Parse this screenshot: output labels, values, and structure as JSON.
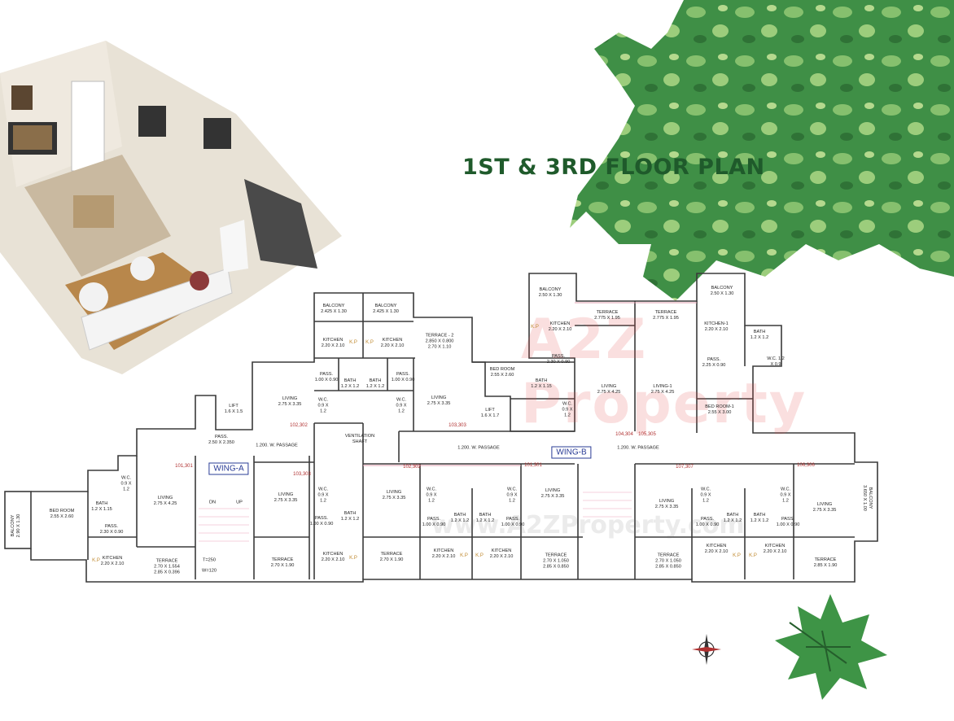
{
  "title": "1ST & 3RD FLOOR PLAN",
  "watermark": {
    "text": "A2Z Property",
    "sub": "www.A2ZProperty.com"
  },
  "wings": [
    "WING-A",
    "WING-B"
  ],
  "unit_numbers": [
    "101,301",
    "102,302",
    "103,303",
    "102,302",
    "101,301",
    "104,304",
    "105,305",
    "107,307",
    "106,306",
    "103,303"
  ],
  "stair": {
    "dn": "DN",
    "up": "UP",
    "t": "T=250",
    "w": "W=120"
  },
  "kp": "K.P",
  "rooms": [
    "BED ROOM\n2.55 X 2.60",
    "BALCONY\n2.90 X 1.30",
    "BATH\n1.2 X 1.15",
    "W.C.\n0.9 X\n1.2",
    "PASS.\n2.30 X 0.90",
    "KITCHEN\n2.20 X 2.10",
    "TERRACE\n2.70 X 1.554\n2.85 X 0.396",
    "LIVING\n2.75 X 4.25",
    "LIFT\n1.6 X 1.5",
    "PASS.\n2.50 X 2.350",
    "LIVING\n2.75 X 3.35",
    "LIVING\n2.75 X 3.35",
    "TERRACE\n2.70 X 1.90",
    "1.200. W. PASSAGE",
    "BALCONY\n2.425 X 1.30",
    "BALCONY\n2.425 X 1.30",
    "KITCHEN\n2.20 X 2.10",
    "KITCHEN\n2.20 X 2.10",
    "PASS.\n1.00 X 0.90",
    "PASS.\n1.00 X 0.90",
    "BATH\n1.2 X 1.2",
    "BATH\n1.2 X 1.2",
    "W.C.\n0.9 X\n1.2",
    "W.C.\n0.9 X\n1.2",
    "VENTILATION\nSHAFT",
    "W.C.\n0.9 X\n1.2",
    "PASS.\n1.00 X 0.90",
    "BATH\n1.2 X 1.2",
    "KITCHEN\n2.20 X 2.10",
    "TERRACE - 2\n2.850 X 0.800\n2.70 X 1.10",
    "LIVING\n2.75 X 3.35",
    "BED ROOM\n2.55 X 2.60",
    "LIFT\n1.6 X 1.7",
    "BATH\n1.2 X 1.15",
    "W.C.\n0.9 X\n1.2",
    "BALCONY\n2.50 X 1.30",
    "KITCHEN\n2.20 X 2.10",
    "PASS.\n2.30 X 0.90",
    "TERRACE\n2.775 X 1.95",
    "TERRACE\n2.775 X 1.95",
    "LIVING\n2.75 X 4.25",
    "LIVING-1\n2.75 X 4.25",
    "BALCONY\n2.50 X 1.30",
    "KITCHEN-1\n2.20 X 2.10",
    "BATH\n1.2 X 1.2",
    "PASS.\n2.25 X 0.90",
    "W.C. 1.2\nX 0.9",
    "BED ROOM-1\n2.55 X 3.00",
    "1.200. W. PASSAGE",
    "1.200. W. PASSAGE",
    "LIVING\n2.75 X 3.35",
    "W.C.\n0.9 X\n1.2",
    "PASS.\n1.00 X 0.90",
    "BATH\n1.2 X 1.2",
    "KITCHEN\n2.20 X 2.10",
    "TERRACE\n2.70 X 1.90",
    "BATH\n1.2 X 1.2",
    "W.C.\n0.9 X\n1.2",
    "PASS.\n1.00 X 0.90",
    "KITCHEN\n2.20 X 2.10",
    "LIVING\n2.75 X 3.35",
    "TERRACE\n2.70 X 1.050\n2.85 X 0.850",
    "LIVING\n2.75 X 3.35",
    "W.C.\n0.9 X\n1.2",
    "PASS.\n1.00 X 0.90",
    "BATH\n1.2 X 1.2",
    "KITCHEN\n2.20 X 2.10",
    "TERRACE\n2.70 X 1.050\n2.85 X 0.850",
    "BATH\n1.2 X 1.2",
    "W.C.\n0.9 X\n1.2",
    "PASS.\n1.00 X 0.90",
    "KITCHEN\n2.20 X 2.10",
    "LIVING\n2.75 X 3.35",
    "TERRACE\n2.85 X 1.90",
    "BALCONY\n3.650 X 1.00"
  ],
  "colors": {
    "title": "#1f5a2b",
    "leaf_dark": "#2e7d3b",
    "leaf_light": "#7fbf6a",
    "wing_label": "#2a3c96",
    "unit_number": "#b03030",
    "wall": "#3a3a3a"
  },
  "icons": [
    "leaf-decoration-large",
    "leaf-decoration-small",
    "compass-icon",
    "apartment-3d-render"
  ]
}
